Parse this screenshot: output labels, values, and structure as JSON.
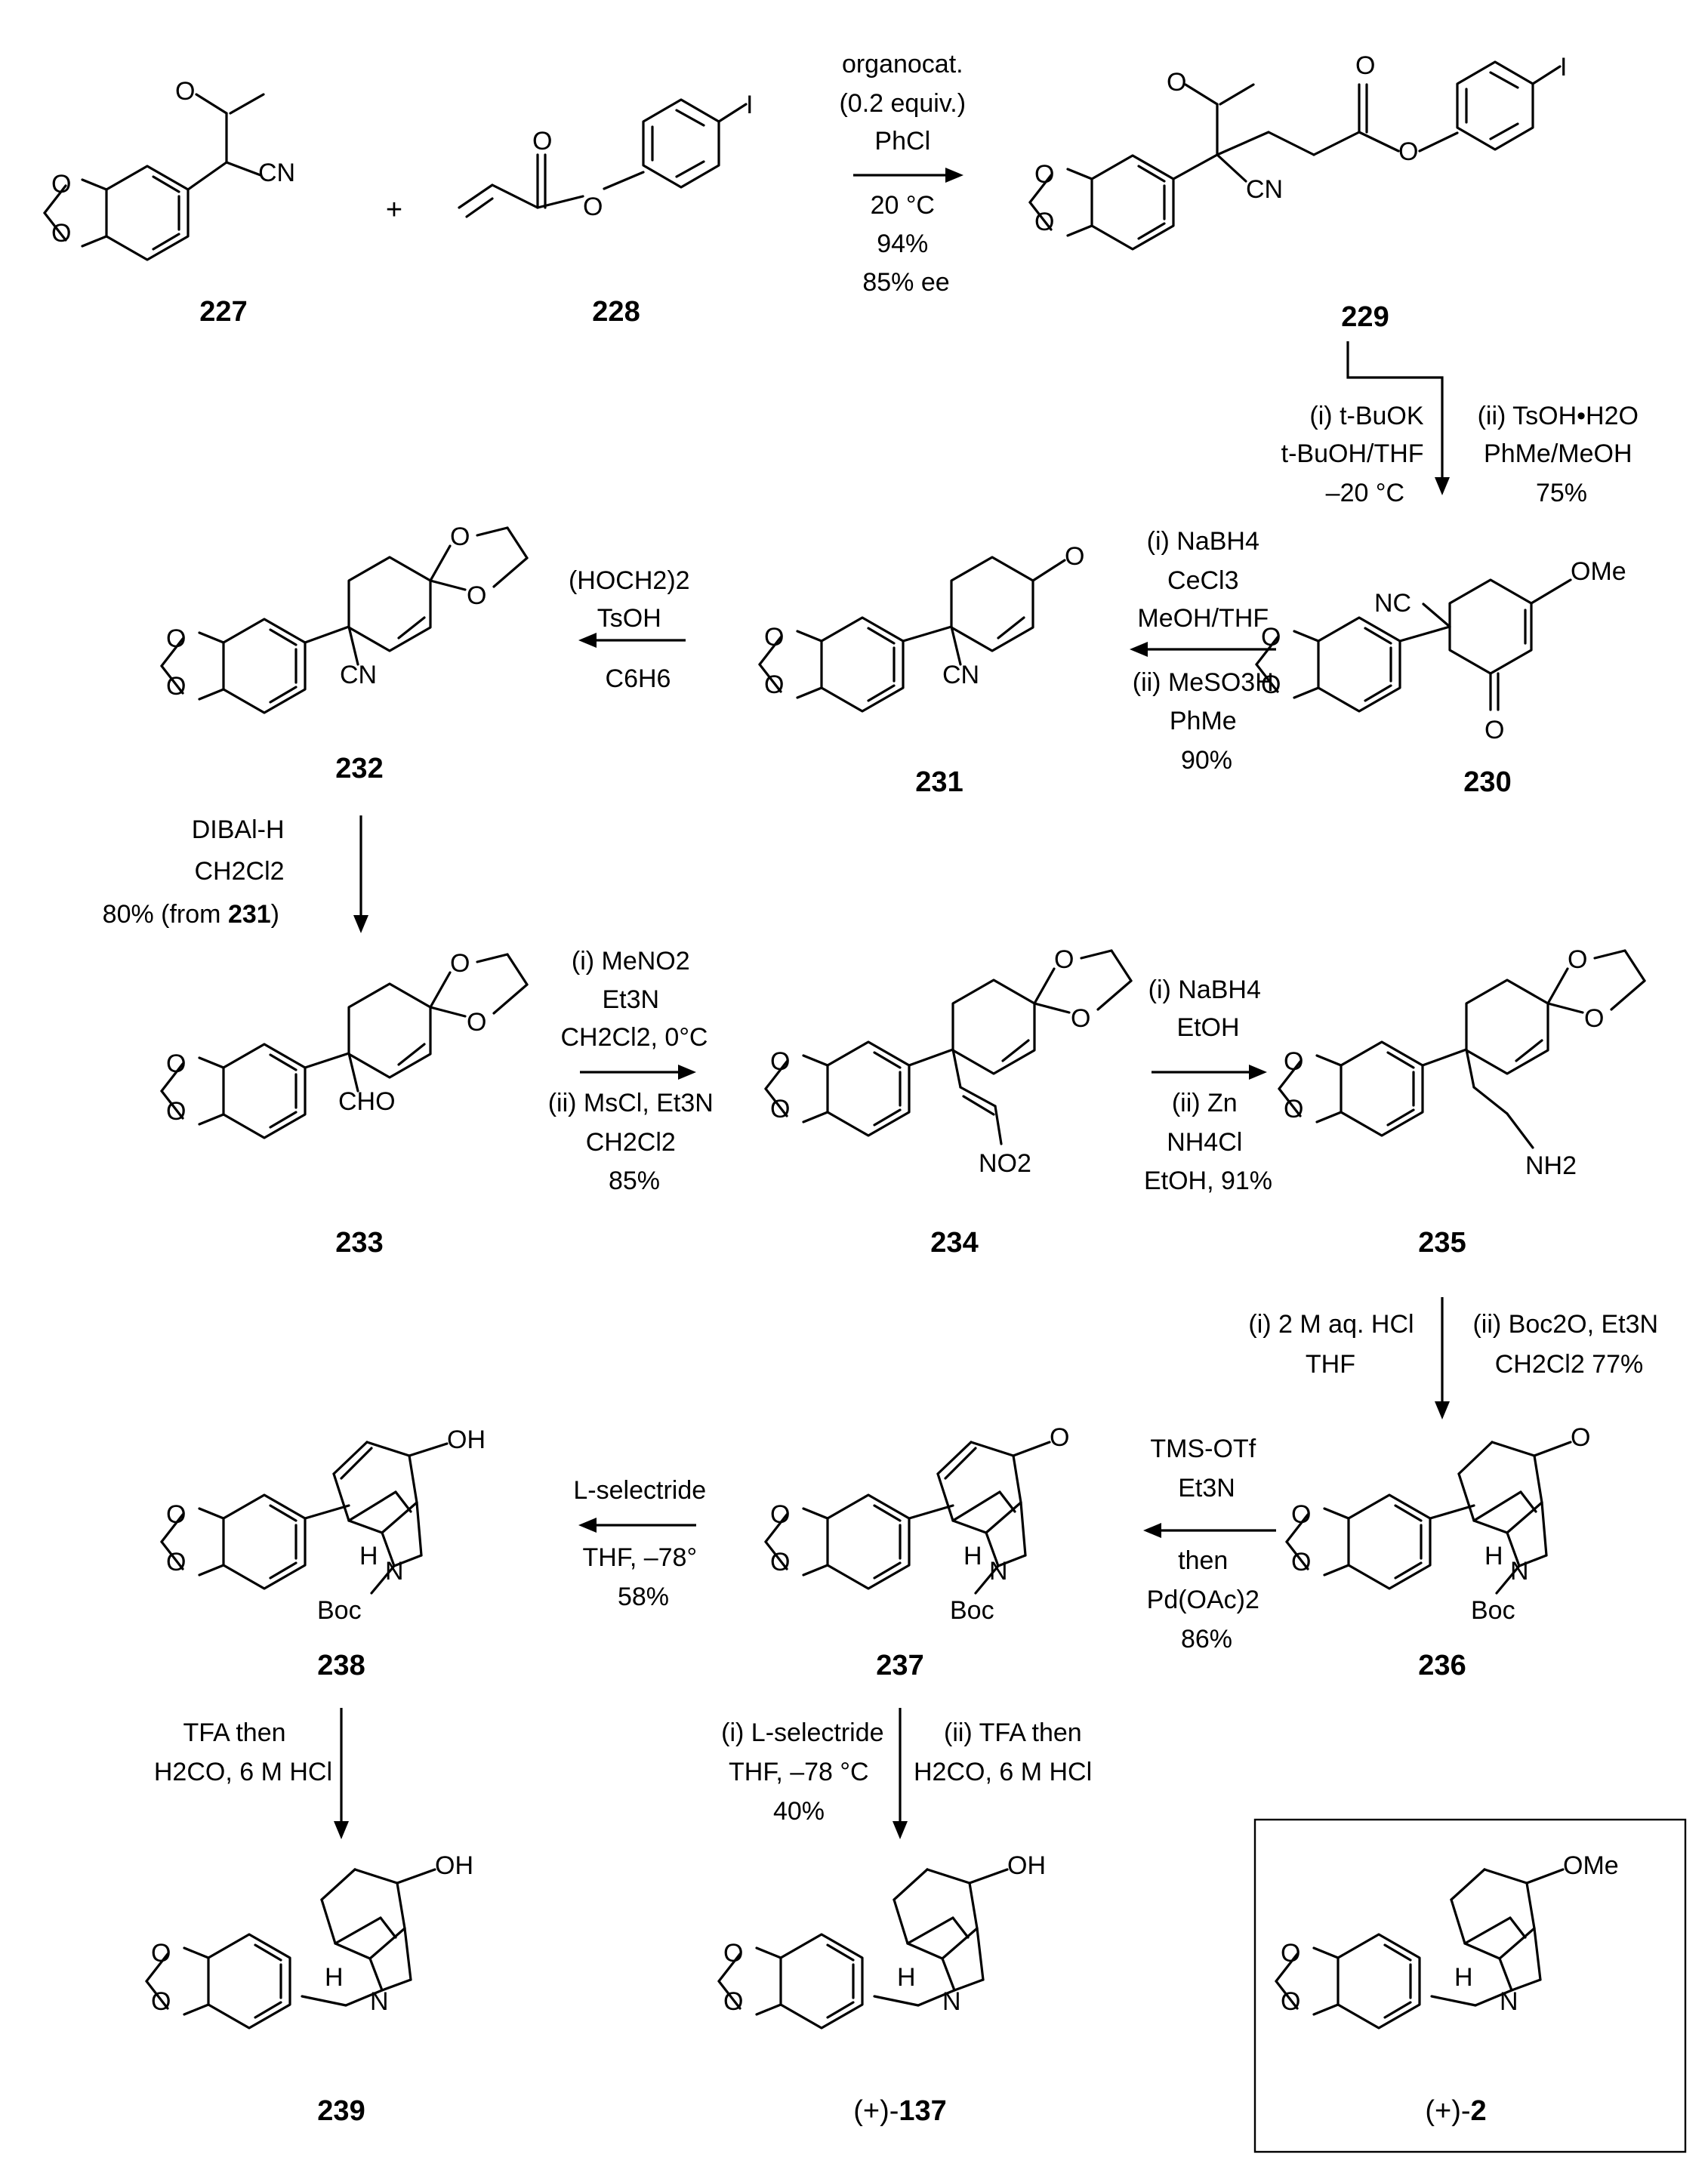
{
  "compounds": {
    "c227": "227",
    "c228": "228",
    "c229": "229",
    "c230": "230",
    "c231": "231",
    "c232": "232",
    "c233": "233",
    "c234": "234",
    "c235": "235",
    "c236": "236",
    "c237": "237",
    "c238": "238",
    "c239": "239",
    "c137_prefix": "(+)-",
    "c137": "137",
    "c2_prefix": "(+)-",
    "c2": "2"
  },
  "plus": "+",
  "steps": {
    "s1": [
      "organocat.",
      "(0.2 equiv.)",
      "PhCl",
      "20 °C",
      "94%",
      "85% ee"
    ],
    "s2_left": [
      "(i) t-BuOK",
      "t-BuOH/THF",
      "–20 °C"
    ],
    "s2_right": [
      "(ii) TsOH•H2O",
      "PhMe/MeOH",
      "75%"
    ],
    "s3": [
      "(i) NaBH4",
      "CeCl3",
      "MeOH/THF",
      "(ii) MeSO3H",
      "PhMe",
      "90%"
    ],
    "s4": [
      "(HOCH2)2",
      "TsOH",
      "C6H6"
    ],
    "s5": [
      "DIBAl-H",
      "CH2Cl2",
      "80% (from ",
      "231",
      ")"
    ],
    "s6_top": [
      "(i) MeNO2",
      "Et3N",
      "CH2Cl2, 0°C"
    ],
    "s6_bottom": [
      "(ii) MsCl, Et3N",
      "CH2Cl2",
      "85%"
    ],
    "s7_top": [
      "(i) NaBH4",
      "EtOH"
    ],
    "s7_bottom": [
      "(ii) Zn",
      "NH4Cl",
      "EtOH, 91%"
    ],
    "s8_left": [
      "(i) 2 M aq. HCl",
      "THF"
    ],
    "s8_right": [
      "(ii) Boc2O, Et3N",
      "CH2Cl2 77%"
    ],
    "s9_top": [
      "TMS-OTf",
      "Et3N"
    ],
    "s9_bottom": [
      "then",
      "Pd(OAc)2",
      "86%"
    ],
    "s10": [
      "L-selectride",
      "THF, –78°",
      "58%"
    ],
    "s11": [
      "TFA then",
      "H2CO, 6 M HCl"
    ],
    "s12_left": [
      "(i) L-selectride",
      "THF, –78 °C",
      "40%"
    ],
    "s12_right": [
      "(ii) TFA then",
      "H2CO, 6 M HCl"
    ]
  },
  "atoms": {
    "O": "O",
    "CN": "CN",
    "NC": "NC",
    "I": "I",
    "OMe": "OMe",
    "OH": "OH",
    "CHO": "CHO",
    "NO2": "NO2",
    "NH2": "NH2",
    "H": "H",
    "N": "N",
    "Boc": "Boc"
  }
}
